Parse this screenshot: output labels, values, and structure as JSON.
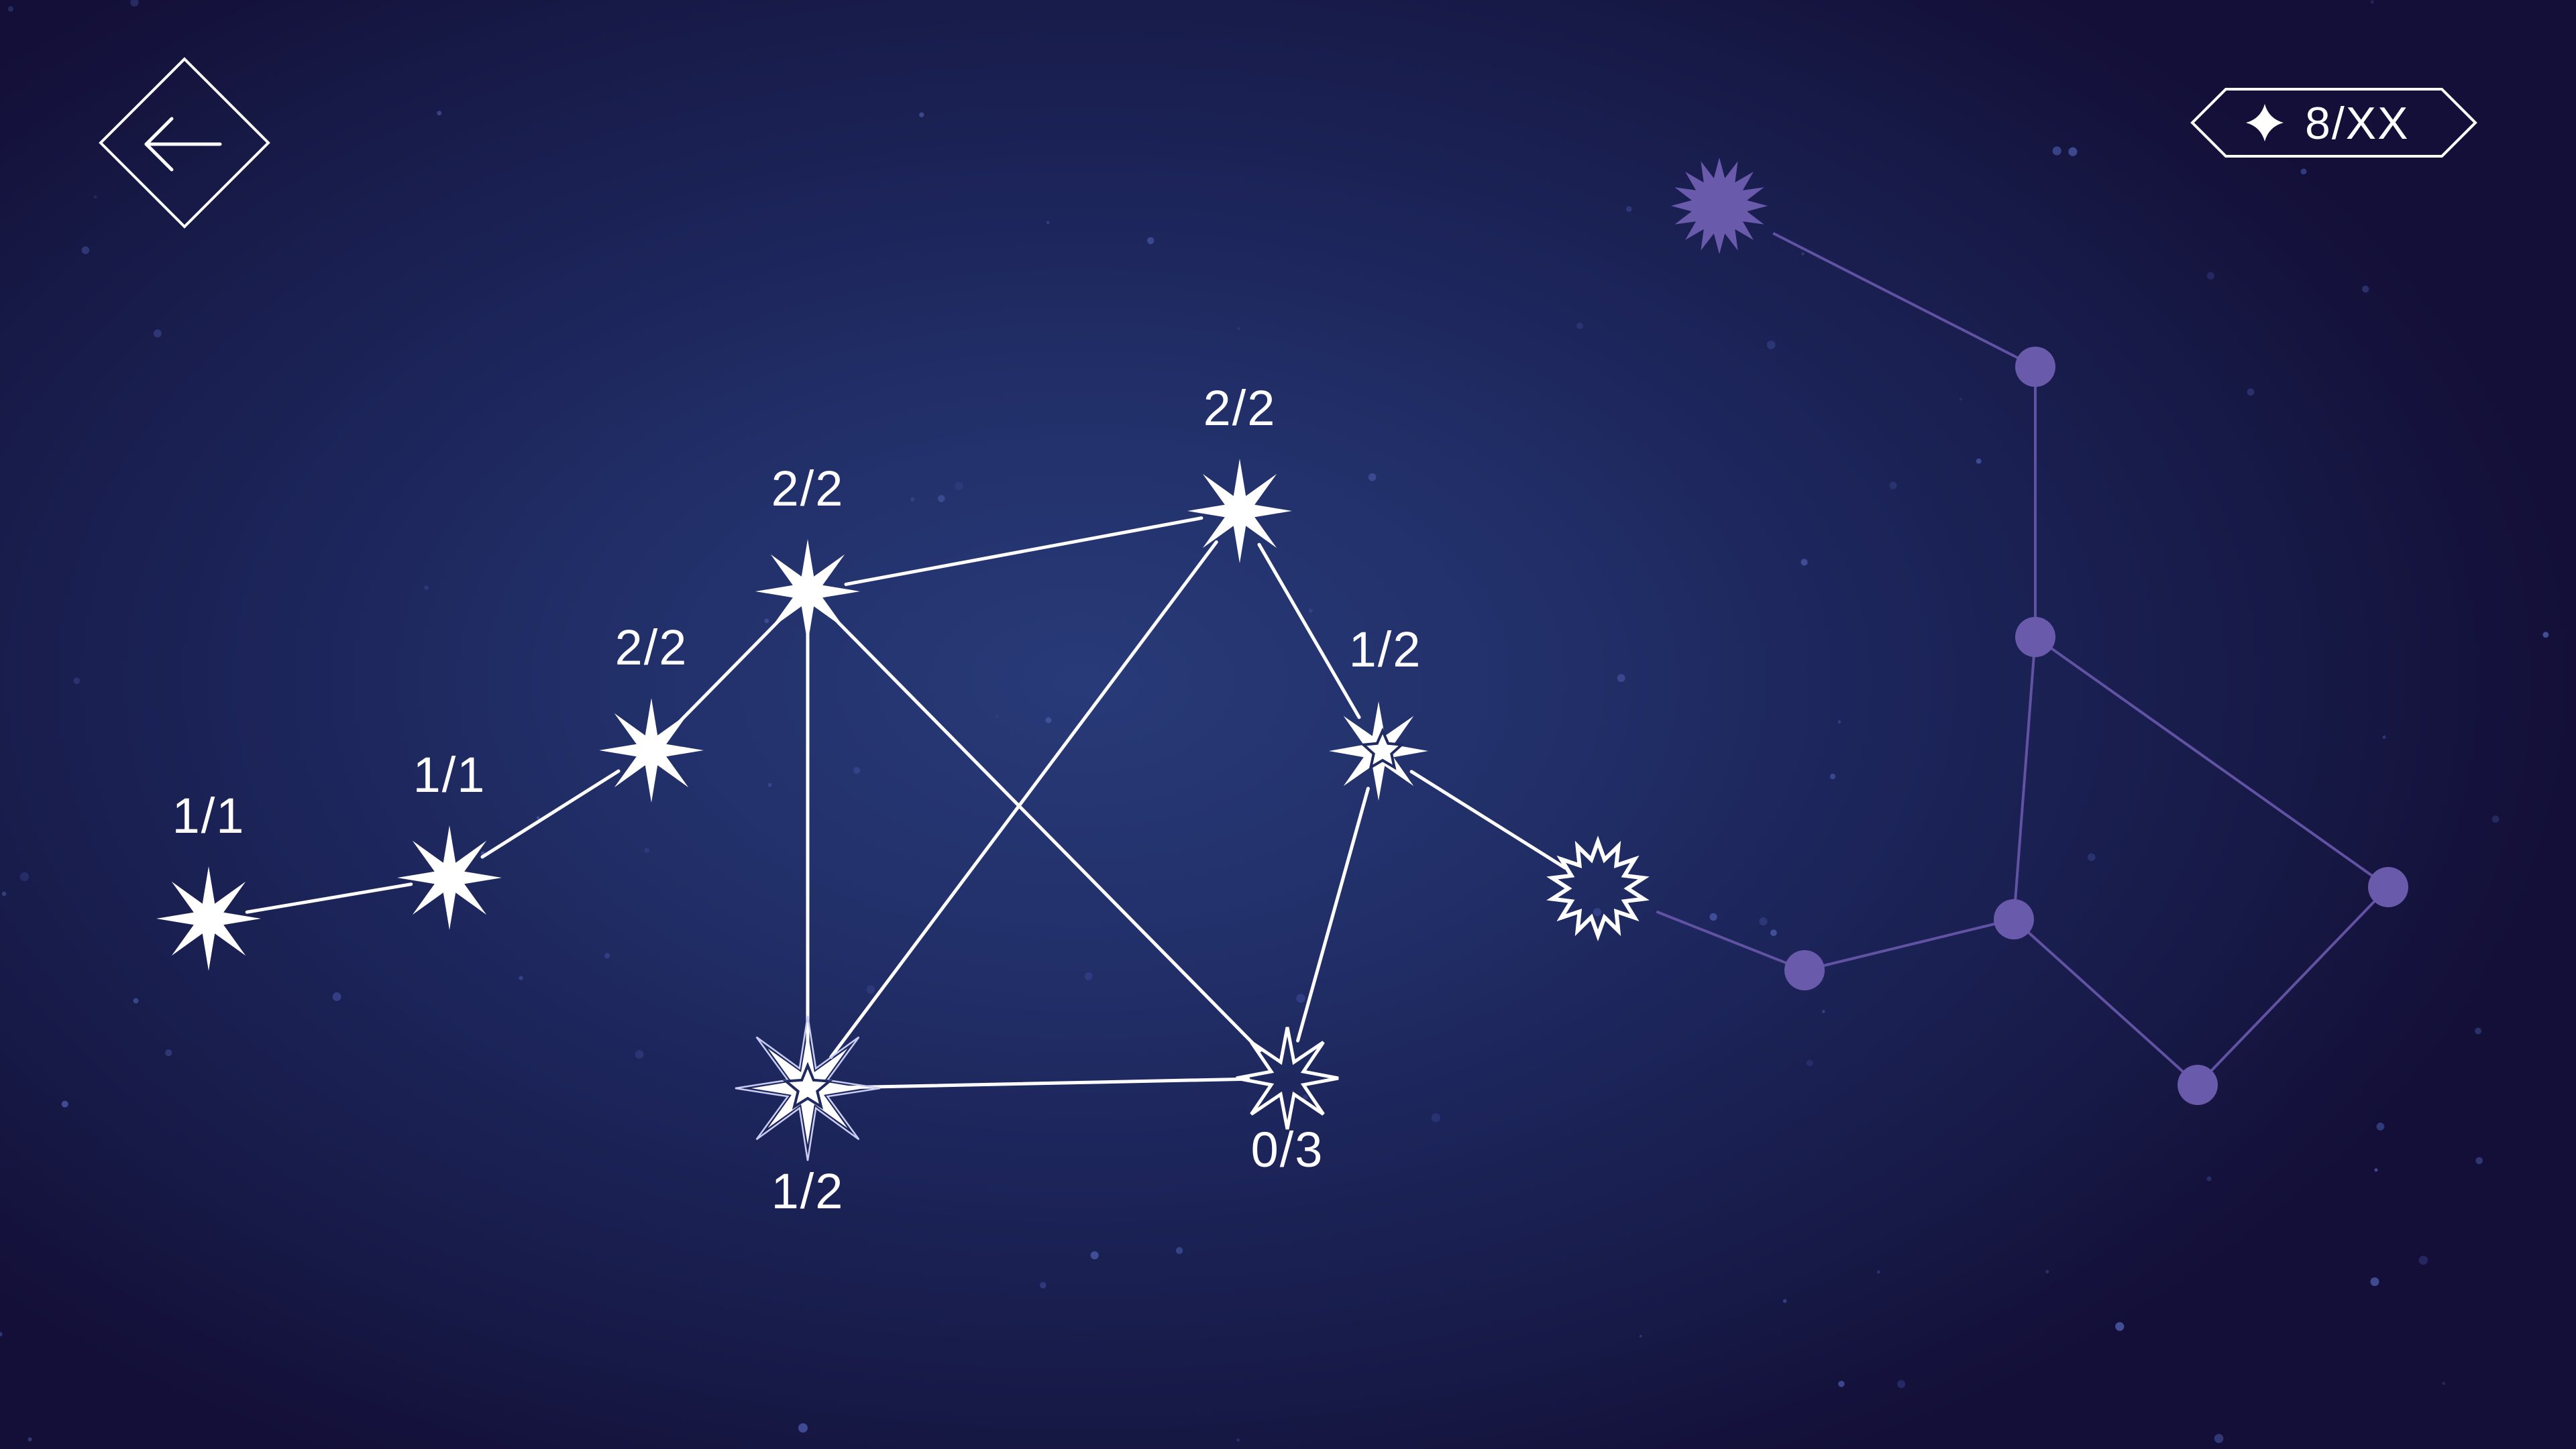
{
  "header": {
    "back_button": {
      "icon": "arrow-left-icon"
    },
    "star_counter": {
      "icon": "four-point-star-icon",
      "value": "8/XX"
    }
  },
  "constellation": {
    "levels": [
      {
        "id": "level-1",
        "label": "1/1",
        "state": "completed"
      },
      {
        "id": "level-2",
        "label": "1/1",
        "state": "completed"
      },
      {
        "id": "level-3",
        "label": "2/2",
        "state": "completed"
      },
      {
        "id": "level-4",
        "label": "2/2",
        "state": "completed"
      },
      {
        "id": "level-5",
        "label": "2/2",
        "state": "completed"
      },
      {
        "id": "level-6",
        "label": "1/2",
        "state": "partial"
      },
      {
        "id": "level-7",
        "label": "0/3",
        "state": "unlocked"
      },
      {
        "id": "level-8",
        "label": "1/2",
        "state": "current"
      },
      {
        "id": "next-node",
        "label": "",
        "state": "next"
      }
    ],
    "connections": [
      [
        "level-1",
        "level-2"
      ],
      [
        "level-2",
        "level-3"
      ],
      [
        "level-3",
        "level-4"
      ],
      [
        "level-4",
        "level-5"
      ],
      [
        "level-4",
        "level-8"
      ],
      [
        "level-4",
        "level-7"
      ],
      [
        "level-5",
        "level-8"
      ],
      [
        "level-5",
        "level-6"
      ],
      [
        "level-8",
        "level-7"
      ],
      [
        "level-6",
        "level-7"
      ],
      [
        "level-6",
        "next-node"
      ]
    ]
  },
  "locked_constellation": {
    "nodes": [
      {
        "id": "locked-star"
      },
      {
        "id": "locked-node-1"
      },
      {
        "id": "locked-node-2"
      },
      {
        "id": "locked-node-3"
      },
      {
        "id": "locked-node-4"
      },
      {
        "id": "locked-node-5"
      },
      {
        "id": "locked-node-6"
      }
    ],
    "connections": [
      [
        "next-node",
        "locked-node-6"
      ],
      [
        "locked-node-6",
        "locked-node-5"
      ],
      [
        "locked-node-5",
        "locked-node-2"
      ],
      [
        "locked-node-2",
        "locked-node-1"
      ],
      [
        "locked-node-1",
        "locked-star"
      ],
      [
        "locked-node-2",
        "locked-node-3"
      ],
      [
        "locked-node-3",
        "locked-node-4"
      ],
      [
        "locked-node-4",
        "locked-node-5"
      ]
    ]
  },
  "colors": {
    "background_center": "#283a78",
    "background_edge": "#130f38",
    "star_white": "#ffffff",
    "locked_purple": "#6a5aac",
    "locked_line": "#6252a4"
  }
}
